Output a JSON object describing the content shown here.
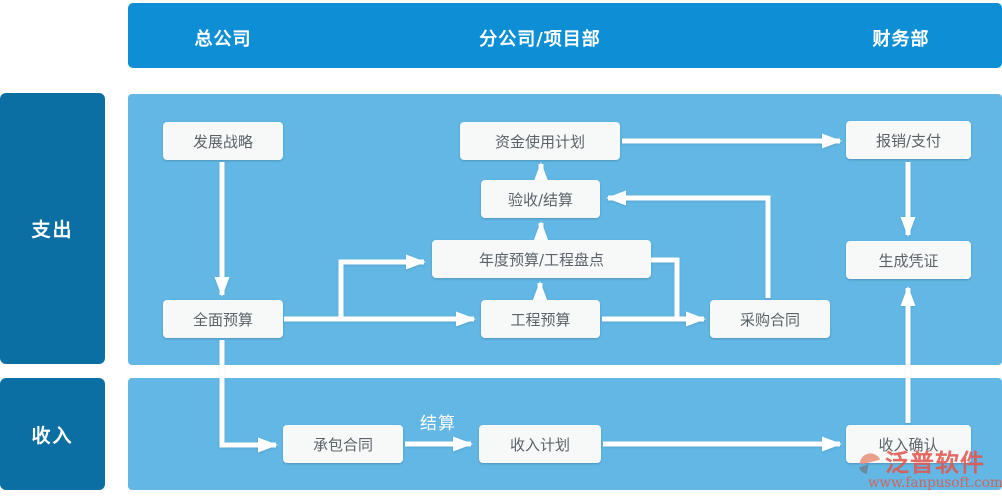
{
  "header": {
    "columns": [
      "总公司",
      "分公司/项目部",
      "财务部"
    ]
  },
  "row_labels": [
    "支出",
    "收入"
  ],
  "nodes": [
    {
      "id": "development-strategy",
      "label": "发展战略"
    },
    {
      "id": "fund-usage-plan",
      "label": "资金使用计划"
    },
    {
      "id": "reimbursement-payment",
      "label": "报销/支付"
    },
    {
      "id": "acceptance-settlement",
      "label": "验收/结算"
    },
    {
      "id": "annual-budget-inventory",
      "label": "年度预算/工程盘点"
    },
    {
      "id": "generate-voucher",
      "label": "生成凭证"
    },
    {
      "id": "comprehensive-budget",
      "label": "全面预算"
    },
    {
      "id": "project-budget",
      "label": "工程预算"
    },
    {
      "id": "purchase-contract",
      "label": "采购合同"
    },
    {
      "id": "contracting-contract",
      "label": "承包合同"
    },
    {
      "id": "income-plan",
      "label": "收入计划"
    },
    {
      "id": "income-confirmation",
      "label": "收入确认"
    }
  ],
  "edge_label": "结算",
  "watermark": {
    "brand": "泛普软件",
    "url": "www.fanpusoft.com"
  },
  "colors": {
    "header_bar": "#0d8ed5",
    "lane_panel": "#62b7e4",
    "side_label": "#0b6fa3",
    "node_bg": "#f7f8f8",
    "node_text": "#5b6369",
    "arrow": "#ffffff",
    "watermark": "#e0564f"
  }
}
